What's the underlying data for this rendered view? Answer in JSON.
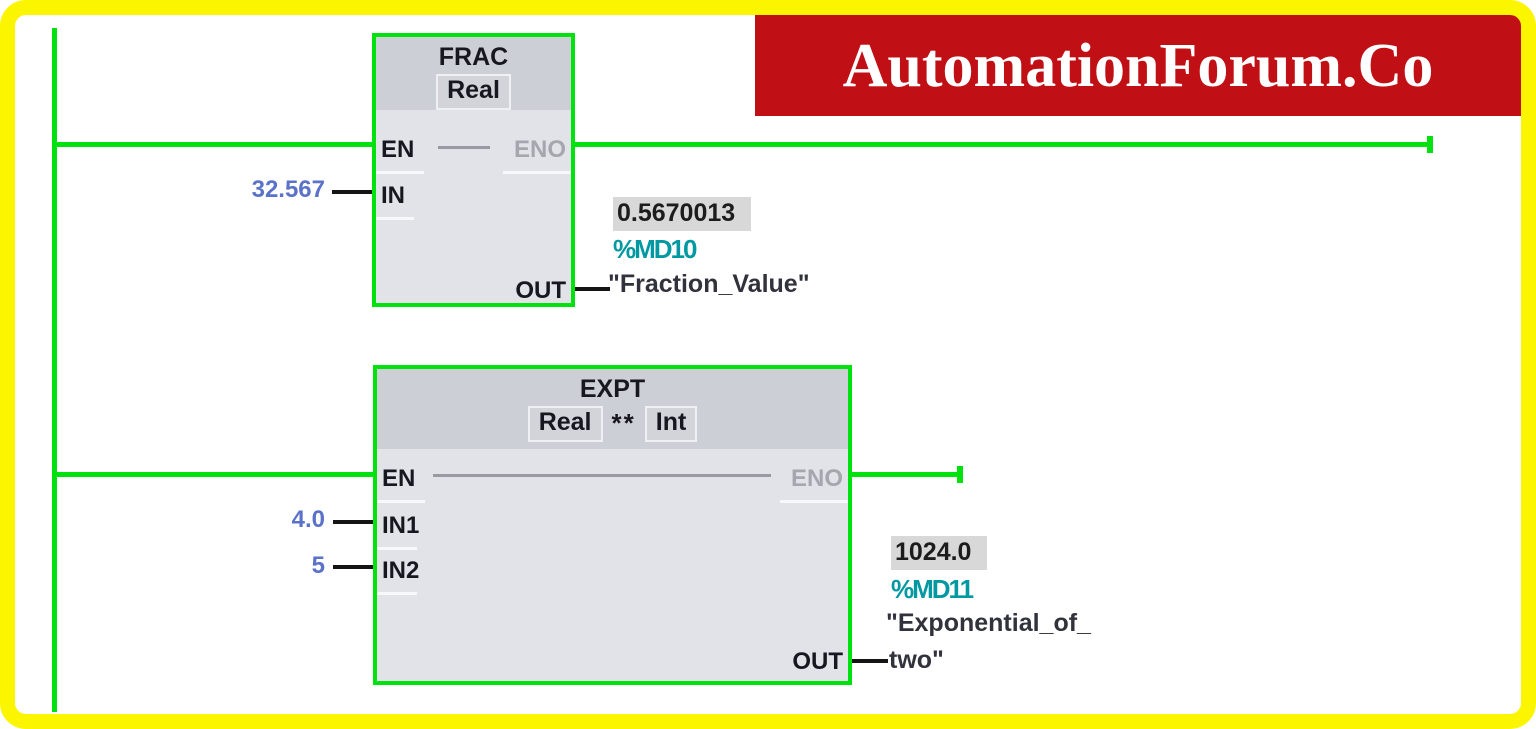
{
  "banner": {
    "text": "AutomationForum.Co",
    "bg_color": "#c11015",
    "text_color": "#ffffff"
  },
  "colors": {
    "frame_yellow": "#fbf600",
    "wire_green": "#00e20e",
    "wire_black": "#141414",
    "block_header_gray": "#cdcfd6",
    "block_body_gray": "#e2e3e9",
    "value_blue": "#5b72c8",
    "address_teal": "#0098a1",
    "monitor_highlight_bg": "#d8d8d8",
    "eno_gray": "#a6a6ae"
  },
  "network": {
    "frac": {
      "title": "FRAC",
      "type": "Real",
      "en_label": "EN",
      "eno_label": "ENO",
      "in_label": "IN",
      "in_value": "32.567",
      "out_label": "OUT",
      "out_monitor_value": "0.5670013",
      "out_address": "%MD10",
      "out_operand": "\"Fraction_Value\""
    },
    "expt": {
      "title": "EXPT",
      "type_left": "Real",
      "type_op": "**",
      "type_right": "Int",
      "en_label": "EN",
      "eno_label": "ENO",
      "in1_label": "IN1",
      "in1_value": "4.0",
      "in2_label": "IN2",
      "in2_value": "5",
      "out_label": "OUT",
      "out_monitor_value": "1024.0",
      "out_address": "%MD11",
      "out_operand_line1": "\"Exponential_of_",
      "out_operand_line2": "two\""
    }
  }
}
